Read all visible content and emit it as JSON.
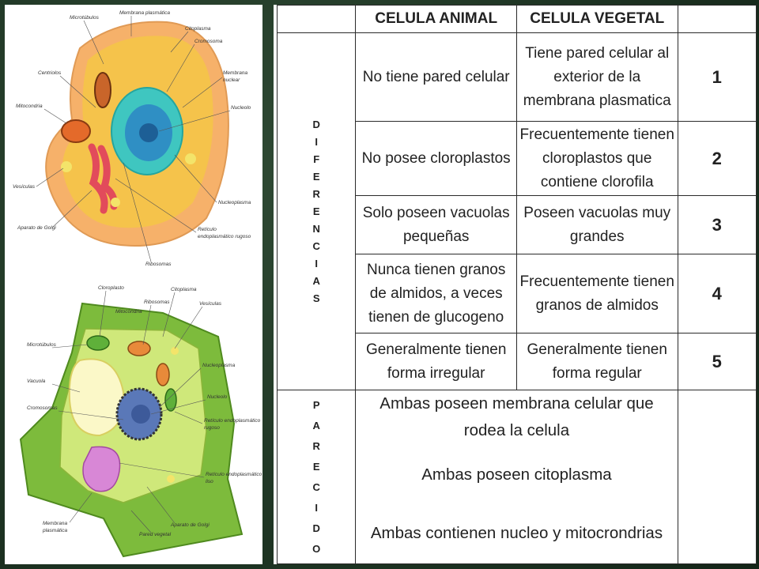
{
  "animal_cell_labels": {
    "microtubulos": "Microtúbulos",
    "membrana_plasmatica": "Membrana plasmática",
    "citoplasma": "Citoplasma",
    "cromosoma": "Cromosoma",
    "centriolos": "Centriolos",
    "membrana_nuclear": "Membrana",
    "membrana_nuclear_2": "nuclear",
    "mitocondria": "Mitocondria",
    "nucleolo": "Nucleolo",
    "vesiculas": "Vesículas",
    "nucleoplasma": "Nucleoplasma",
    "golgi": "Aparato de Golgi",
    "reticulo_rugoso": "Retículo",
    "reticulo_rugoso_2": "endoplasmático rugoso",
    "ribosomas": "Ribosomas"
  },
  "plant_cell_labels": {
    "cloroplasto": "Cloroplasto",
    "citoplasma": "Citoplasma",
    "ribosomas": "Ribosomas",
    "vesiculas": "Vesículas",
    "mitocondria": "Mitocondria",
    "microtubulos": "Microtúbulos",
    "nucleoplasma": "Nucleoplasma",
    "vacuola": "Vacuola",
    "nucleolo": "Nucleolo",
    "cromosomas": "Cromosomas",
    "reticulo_rugoso": "Retículo endoplasmático",
    "reticulo_rugoso_2": "rugoso",
    "reticulo_liso": "Retículo endoplasmático",
    "reticulo_liso_2": "liso",
    "membrana": "Membrana",
    "membrana_2": "plasmática",
    "pared": "Pared vegetal",
    "golgi": "Aparato de Golgi"
  },
  "table": {
    "header_animal": "CELULA ANIMAL",
    "header_vegetal": "CELULA VEGETAL",
    "diferencias_letters": [
      "D",
      "I",
      "F",
      "E",
      "R",
      "E",
      "N",
      "C",
      "I",
      "A",
      "S"
    ],
    "parecido_letters": [
      "P",
      "A",
      "R",
      "E",
      "C",
      "I",
      "D",
      "O"
    ],
    "rows": [
      {
        "animal": [
          "No tiene pared celular"
        ],
        "vegetal": [
          "Tiene pared celular al",
          "exterior de la",
          "membrana plasmatica"
        ],
        "num": "1"
      },
      {
        "animal": [
          "No posee cloroplastos"
        ],
        "vegetal": [
          "Frecuentemente tienen",
          "cloroplastos que",
          "contiene clorofila"
        ],
        "num": "2"
      },
      {
        "animal": [
          "Solo poseen vacuolas",
          "pequeñas"
        ],
        "vegetal": [
          "Poseen vacuolas muy",
          "grandes"
        ],
        "num": "3"
      },
      {
        "animal": [
          "Nunca tienen granos",
          "de almidos, a veces",
          "tienen de glucogeno"
        ],
        "vegetal": [
          "Frecuentemente tienen",
          "granos de almidos"
        ],
        "num": "4"
      },
      {
        "animal": [
          "Generalmente tienen",
          "forma irregular"
        ],
        "vegetal": [
          "Generalmente tienen",
          "forma regular"
        ],
        "num": "5"
      }
    ],
    "similarities": [
      "Ambas poseen membrana celular que",
      "rodea la celula",
      "Ambas poseen citoplasma",
      "Ambas contienen nucleo y mitocrondrias"
    ]
  }
}
